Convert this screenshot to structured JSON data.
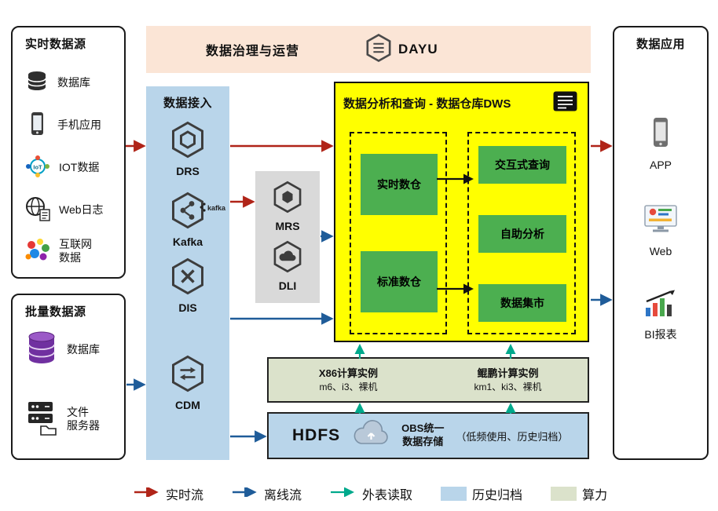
{
  "banner": {
    "title": "数据治理与运营",
    "logo_text": "DAYU"
  },
  "realtime_sources": {
    "title": "实时数据源",
    "items": [
      {
        "label": "数据库"
      },
      {
        "label": "手机应用"
      },
      {
        "label": "IOT数据"
      },
      {
        "label": "Web日志"
      },
      {
        "label": "互联网\n数据"
      }
    ]
  },
  "batch_sources": {
    "title": "批量数据源",
    "items": [
      {
        "label": "数据库"
      },
      {
        "label": "文件\n服务器"
      }
    ]
  },
  "ingestion": {
    "title": "数据接入",
    "items": [
      {
        "label": "DRS"
      },
      {
        "label": "Kafka",
        "wordmark": "kafka"
      },
      {
        "label": "DIS"
      },
      {
        "label": "CDM"
      }
    ]
  },
  "processing": {
    "items": [
      {
        "label": "MRS"
      },
      {
        "label": "DLI"
      }
    ]
  },
  "dws": {
    "title": "数据分析和查询 - 数据仓库DWS",
    "left_group": [
      {
        "label": "实时数仓"
      },
      {
        "label": "标准数仓"
      }
    ],
    "right_group": [
      {
        "label": "交互式查询"
      },
      {
        "label": "自助分析"
      },
      {
        "label": "数据集市"
      }
    ]
  },
  "compute": {
    "x86": {
      "title": "X86计算实例",
      "models": "m6、i3、裸机"
    },
    "kunpeng": {
      "title": "鲲鹏计算实例",
      "models": "km1、ki3、裸机"
    }
  },
  "storage": {
    "hdfs": "HDFS",
    "obs": "OBS统一\n数据存储",
    "note": "（低频使用、历史归档）"
  },
  "applications": {
    "title": "数据应用",
    "items": [
      {
        "label": "APP"
      },
      {
        "label": "Web"
      },
      {
        "label": "BI报表"
      }
    ]
  },
  "legend": {
    "realtime": "实时流",
    "offline": "离线流",
    "external": "外表读取",
    "archive": "历史归档",
    "compute": "算力"
  },
  "colors": {
    "realtime_flow": "#b02418",
    "offline_flow": "#1f5c99",
    "external_read": "#00a98c",
    "archive_fill": "#b9d5ea",
    "compute_fill": "#dbe2cb",
    "banner_fill": "#fbe5d6",
    "ingestion_fill": "#b9d5ea",
    "processing_fill": "#d9d9d9",
    "dws_fill": "#ffff00",
    "green_box": "#4caf50"
  }
}
